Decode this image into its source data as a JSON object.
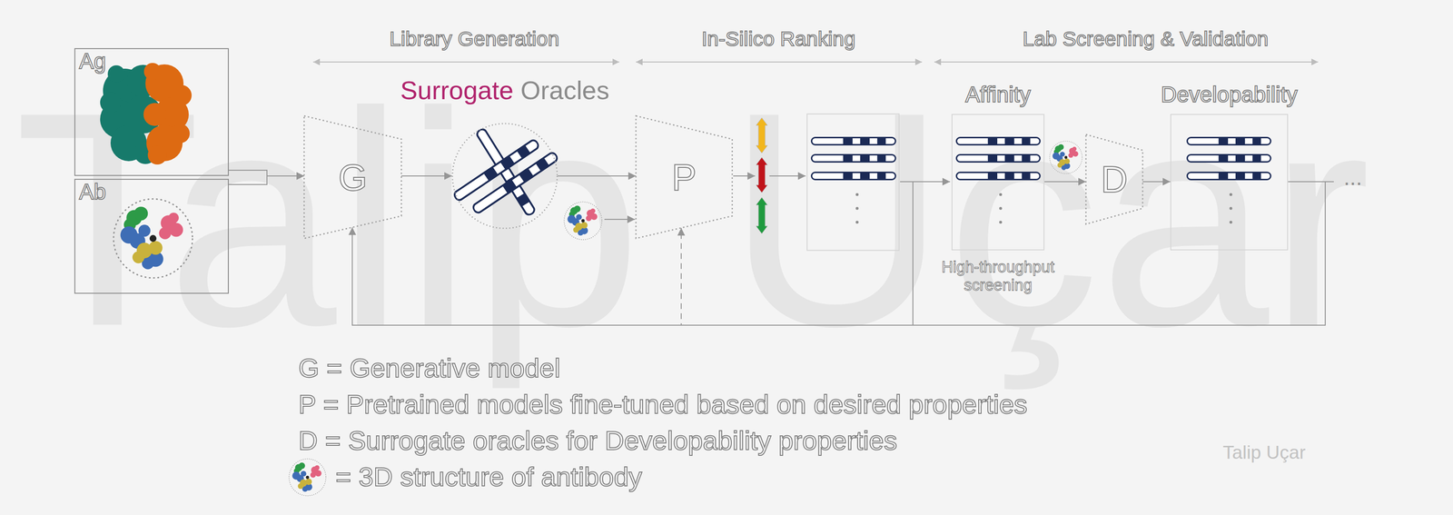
{
  "diagram": {
    "nodes": [
      {
        "text": [
          "Ag"
        ]
      },
      {
        "text": [
          "Ab"
        ]
      },
      {
        "text": [
          "G"
        ]
      },
      {
        "text": [
          "Surrogate",
          "Oracles"
        ]
      },
      {
        "text": [
          "P"
        ]
      },
      {
        "text": [
          "Affinity",
          "High-throughput screening"
        ]
      },
      {
        "text": [
          "D"
        ]
      },
      {
        "text": [
          "Developability"
        ]
      }
    ],
    "edges": [
      {
        "from": 0,
        "to": 2,
        "arrow": "to"
      },
      {
        "from": 1,
        "to": 2,
        "arrow": "to"
      },
      {
        "from": 2,
        "to": 3,
        "arrow": "to"
      },
      {
        "from": 3,
        "to": 4,
        "arrow": "to"
      },
      {
        "from": 5,
        "to": 6,
        "arrow": "to"
      },
      {
        "from": 6,
        "to": 7,
        "arrow": "to"
      },
      {
        "from": 7,
        "to": 2,
        "arrow": "to"
      },
      {
        "from": 7,
        "to": 4,
        "arrow": "to"
      }
    ],
    "labels": [
      "Library Generation",
      "In-Silico Ranking",
      "Lab Screening & Validation",
      "...",
      "Talip Uçar",
      "Talip Uçar"
    ],
    "legend": [
      {
        "text": "G = Generative model"
      },
      {
        "text": "P = Pretrained models fine-tuned based on desired properties"
      },
      {
        "text": "D = Surrogate oracles for Developability properties"
      },
      {
        "text": "= 3D structure of antibody"
      }
    ]
  }
}
